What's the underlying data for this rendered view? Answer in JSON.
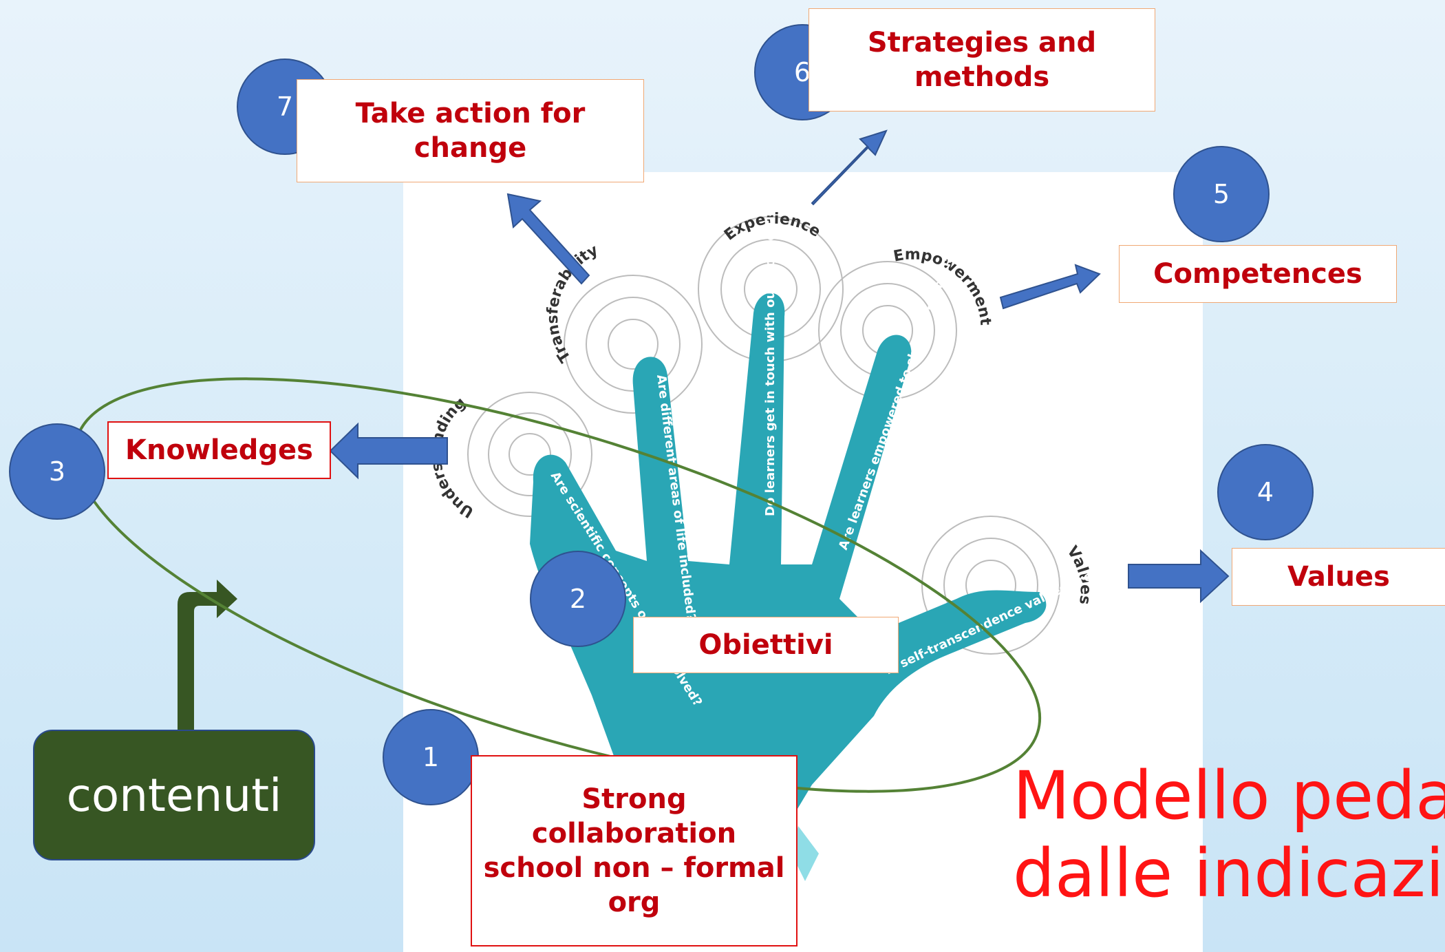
{
  "labels": {
    "knowledges": "Knowledges",
    "take_action": "Take action for\nchange",
    "strategies": "Strategies and\nmethods",
    "competences": "Competences",
    "values": "Values",
    "obiettivi": "Obiettivi",
    "collaboration": "Strong\ncollaboration\nschool non – formal\norg"
  },
  "numbers": {
    "n1": "1",
    "n2": "2",
    "n3": "3",
    "n4": "4",
    "n5": "5",
    "n6": "6",
    "n7": "7"
  },
  "contenuti": "contenuti",
  "title": {
    "line1": "Modello pedag",
    "line2": "dalle indicazion"
  },
  "hand": {
    "ring_labels": {
      "understanding": "Understanding",
      "transferability": "Transferability",
      "experience": "Experience",
      "empowerment": "Empowerment",
      "values": "Values"
    },
    "finger_text": {
      "thumb": "Are scientific concepts of life involved?",
      "index": "Are different areas of life included?",
      "middle": "Do learners get in touch with outdoor settings?",
      "ring": "Are learners empowered to shape a sustainable future?",
      "pinky": "Is self-transcendence values promoted?"
    }
  },
  "colors": {
    "circle": "#4472c4",
    "arrow": "#4472c4",
    "label_text": "#c0000c",
    "hand": "#2aa6b5",
    "ellipse": "#548235",
    "contenuti_bg": "#375623",
    "title": "#ff1414"
  }
}
